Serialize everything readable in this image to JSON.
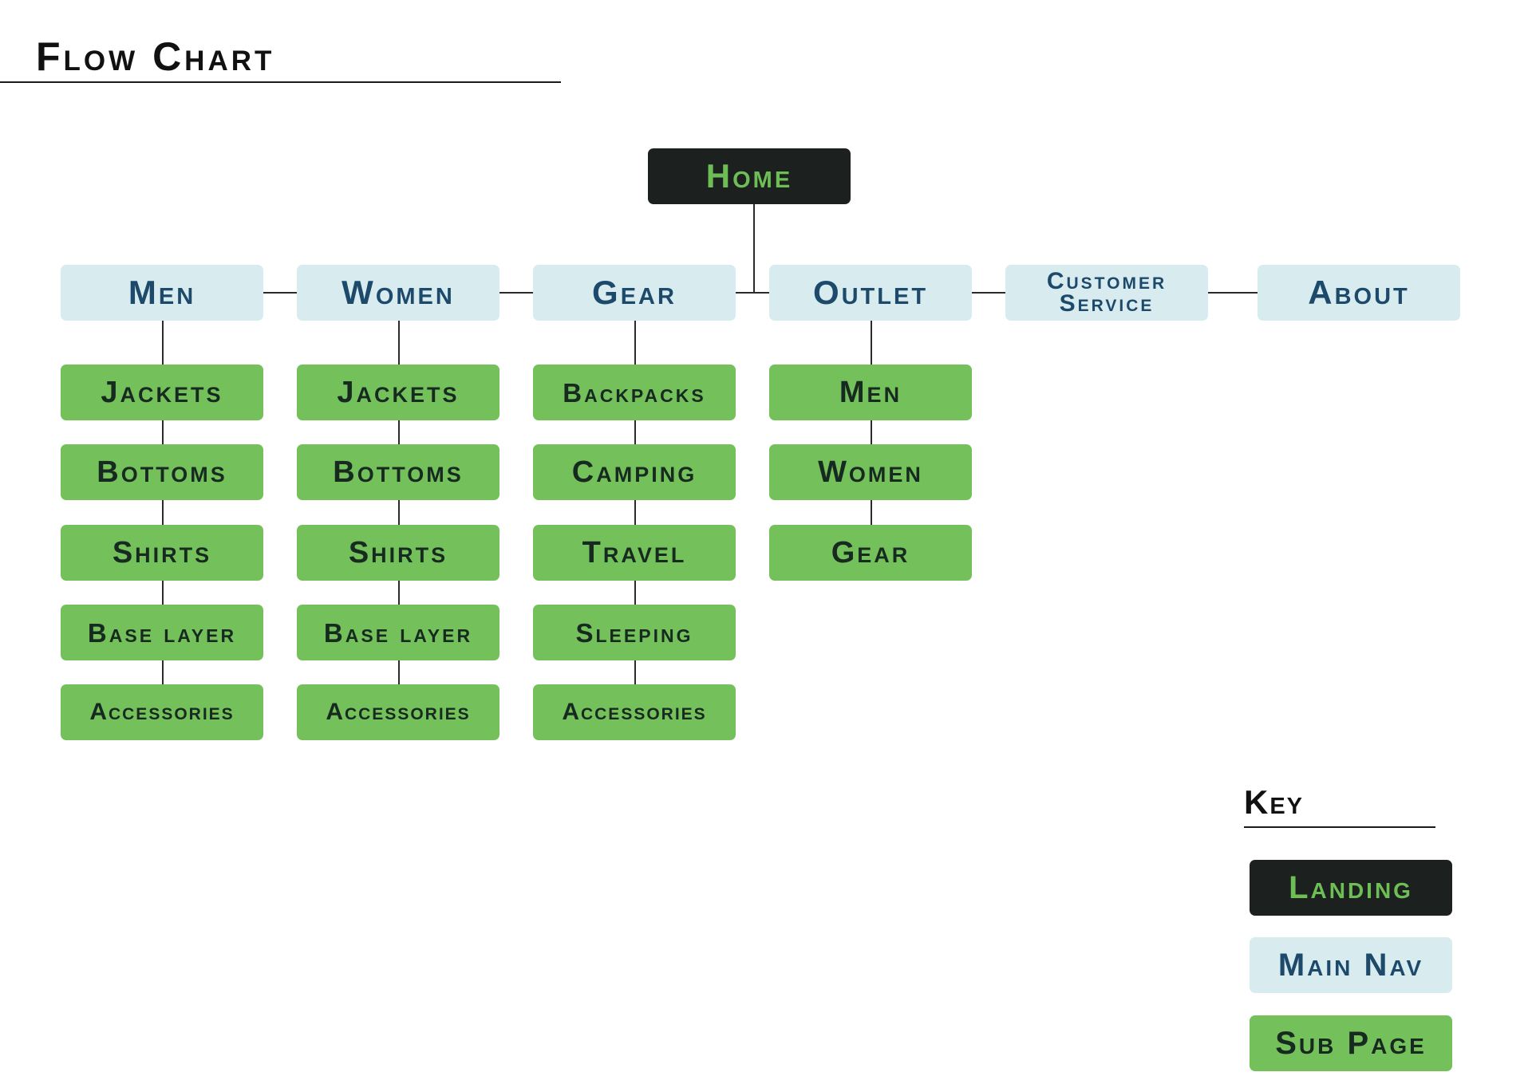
{
  "title": "Flow Chart",
  "colors": {
    "landing_bg": "#1c211f",
    "landing_text": "#6dbf55",
    "nav_bg": "#d8ecf0",
    "nav_text": "#1d4a6b",
    "sub_bg": "#74c05b",
    "sub_text": "#172a20",
    "line": "#2b2b2b"
  },
  "home": {
    "label": "Home"
  },
  "nav": [
    {
      "id": "men",
      "label": "Men"
    },
    {
      "id": "women",
      "label": "Women"
    },
    {
      "id": "gear",
      "label": "Gear"
    },
    {
      "id": "outlet",
      "label": "Outlet"
    },
    {
      "id": "customer-service",
      "label": "Customer Service",
      "lines": [
        "Customer",
        "Service"
      ]
    },
    {
      "id": "about",
      "label": "About"
    }
  ],
  "subpages": {
    "men": [
      "Jackets",
      "Bottoms",
      "Shirts",
      "Base layer",
      "Accessories"
    ],
    "women": [
      "Jackets",
      "Bottoms",
      "Shirts",
      "Base layer",
      "Accessories"
    ],
    "gear": [
      "Backpacks",
      "Camping",
      "Travel",
      "Sleeping",
      "Accessories"
    ],
    "outlet": [
      "Men",
      "Women",
      "Gear"
    ]
  },
  "edges": [
    {
      "from": "Home",
      "to": "Men"
    },
    {
      "from": "Home",
      "to": "Women"
    },
    {
      "from": "Home",
      "to": "Gear"
    },
    {
      "from": "Home",
      "to": "Outlet"
    },
    {
      "from": "Home",
      "to": "Customer Service"
    },
    {
      "from": "Home",
      "to": "About"
    },
    {
      "from": "Men",
      "to": "Jackets"
    },
    {
      "from": "Jackets",
      "to": "Bottoms"
    },
    {
      "from": "Bottoms",
      "to": "Shirts"
    },
    {
      "from": "Shirts",
      "to": "Base layer"
    },
    {
      "from": "Base layer",
      "to": "Accessories"
    },
    {
      "from": "Women",
      "to": "Jackets"
    },
    {
      "from": "Jackets",
      "to": "Bottoms"
    },
    {
      "from": "Bottoms",
      "to": "Shirts"
    },
    {
      "from": "Shirts",
      "to": "Base layer"
    },
    {
      "from": "Base layer",
      "to": "Accessories"
    },
    {
      "from": "Gear",
      "to": "Backpacks"
    },
    {
      "from": "Backpacks",
      "to": "Camping"
    },
    {
      "from": "Camping",
      "to": "Travel"
    },
    {
      "from": "Travel",
      "to": "Sleeping"
    },
    {
      "from": "Sleeping",
      "to": "Accessories"
    },
    {
      "from": "Outlet",
      "to": "Men"
    },
    {
      "from": "Men",
      "to": "Women"
    },
    {
      "from": "Women",
      "to": "Gear"
    }
  ],
  "key": {
    "title": "Key",
    "items": [
      {
        "type": "landing",
        "label": "Landing"
      },
      {
        "type": "nav",
        "label": "Main Nav"
      },
      {
        "type": "sub",
        "label": "Sub Page"
      }
    ]
  }
}
